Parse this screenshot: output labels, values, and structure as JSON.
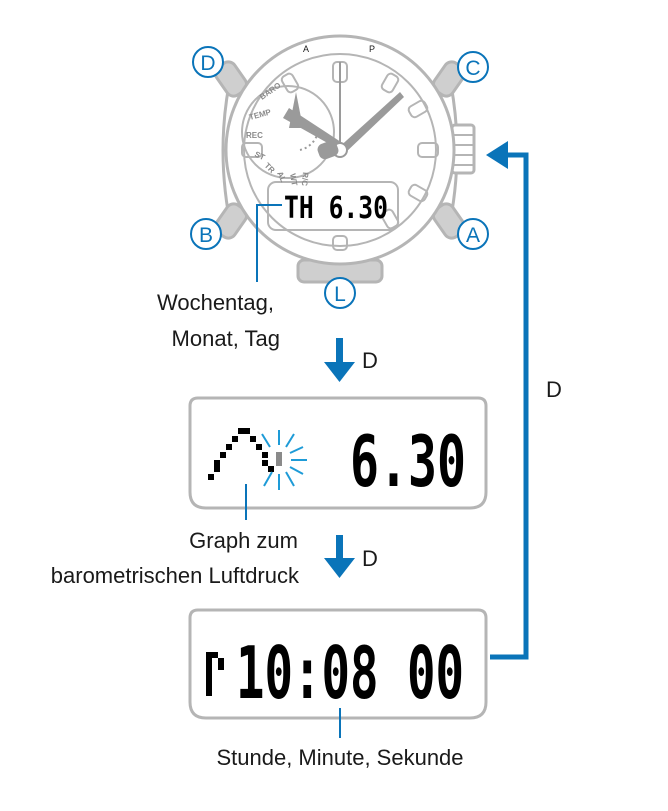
{
  "buttons": {
    "D": "D",
    "C": "C",
    "B": "B",
    "A": "A",
    "L": "L"
  },
  "watch": {
    "lcd_text": "TH 6.30",
    "bezel_marks": [
      "A",
      "P"
    ],
    "subdial_labels": [
      "BARO",
      "TEMP",
      "REC",
      "ST",
      "TR",
      "AL",
      "WT",
      "R/C"
    ]
  },
  "labels": {
    "date_label_line1": "Wochentag,",
    "date_label_line2": "Monat, Tag",
    "graph_label_line1": "Graph zum",
    "graph_label_line2": "barometrischen Luftdruck",
    "time_label": "Stunde, Minute, Sekunde"
  },
  "arrows": {
    "step1_button": "D",
    "step2_button": "D",
    "return_button": "D"
  },
  "displays": {
    "graph_display_value": "6.30",
    "time_display_value": "10:08 00"
  },
  "colors": {
    "accent_blue": "#0a74b9",
    "outline_gray": "#b5b5b5",
    "digit_black": "#000000"
  }
}
